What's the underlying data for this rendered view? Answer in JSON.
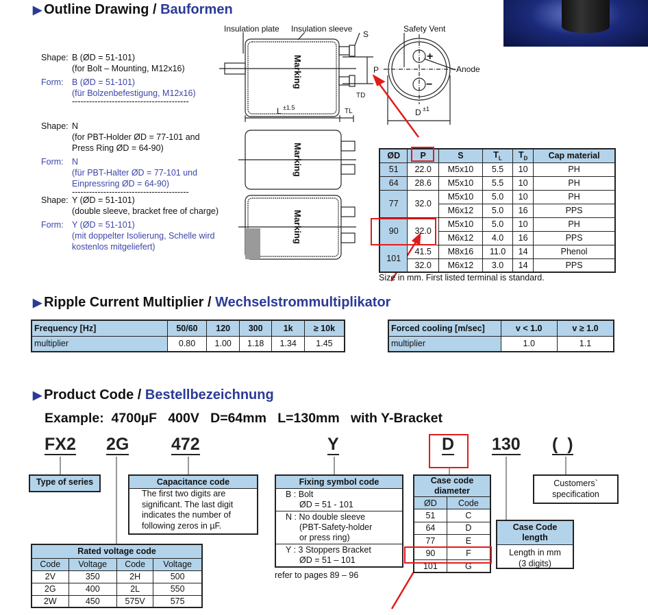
{
  "outline": {
    "title_en": "Outline Drawing /",
    "title_de": "Bauformen",
    "shapes": [
      {
        "label_en": "Shape:",
        "en": [
          "B (ØD = 51-101)",
          "(for Bolt – Mounting, M12x16)"
        ],
        "label_de": "Form:",
        "de": [
          "B (ØD = 51-101)",
          "(für Bolzenbefestigung, M12x16)"
        ]
      },
      {
        "label_en": "Shape:",
        "en": [
          "N",
          "(for PBT-Holder ØD = 77-101 and",
          "Press Ring ØD = 64-90)"
        ],
        "label_de": "Form:",
        "de": [
          "N",
          "(für PBT-Halter ØD = 77-101 und",
          "Einpressring ØD = 64-90)"
        ]
      },
      {
        "label_en": "Shape:",
        "en": [
          "Y  (ØD = 51-101)",
          "(double sleeve, bracket free of charge)"
        ],
        "label_de": "Form:",
        "de": [
          "Y  (ØD = 51-101)",
          "(mit doppelter Isolierung, Schelle wird",
          "kostenlos mitgeliefert)"
        ]
      }
    ],
    "separator": "-----------------------------------------",
    "drawing": {
      "insulation_plate": "Insulation plate",
      "insulation_sleeve": "Insulation sleeve",
      "s": "S",
      "p": "P",
      "td": "TD",
      "tl": "TL",
      "l": "L",
      "l_tol": "±1.5",
      "marking": "Marking",
      "safety_vent": "Safety Vent",
      "anode": "Anode",
      "d": "D",
      "d_tol": "±1"
    }
  },
  "dim_table": {
    "headers": [
      "ØD",
      "P",
      "S",
      "T",
      "T",
      "Cap material"
    ],
    "header_subs": [
      "",
      "",
      "",
      "L",
      "D",
      ""
    ],
    "rows": [
      {
        "d": "51",
        "p": "22.0",
        "terms": [
          [
            "M5x10",
            "5.5",
            "10",
            "PH"
          ]
        ]
      },
      {
        "d": "64",
        "p": "28.6",
        "terms": [
          [
            "M5x10",
            "5.5",
            "10",
            "PH"
          ]
        ]
      },
      {
        "d": "77",
        "p": "32.0",
        "terms": [
          [
            "M5x10",
            "5.0",
            "10",
            "PH"
          ],
          [
            "M6x12",
            "5.0",
            "16",
            "PPS"
          ]
        ]
      },
      {
        "d": "90",
        "p": "32.0",
        "terms": [
          [
            "M5x10",
            "5.0",
            "10",
            "PH"
          ],
          [
            "M6x12",
            "4.0",
            "16",
            "PPS"
          ]
        ]
      },
      {
        "d": "101",
        "p": "41.5",
        "p2": "32.0",
        "terms": [
          [
            "M8x16",
            "11.0",
            "14",
            "Phenol"
          ],
          [
            "M6x12",
            "3.0",
            "14",
            "PPS"
          ]
        ]
      }
    ],
    "note": "Size in mm. First listed terminal is standard."
  },
  "ripple": {
    "title_en": "Ripple Current Multiplier /",
    "title_de": "Wechselstrommultiplikator",
    "freq": {
      "headers": [
        "Frequency [Hz]",
        "50/60",
        "120",
        "300",
        "1k",
        "≥ 10k"
      ],
      "row": [
        "multiplier",
        "0.80",
        "1.00",
        "1.18",
        "1.34",
        "1.45"
      ]
    },
    "cooling": {
      "headers": [
        "Forced cooling [m/sec]",
        "v < 1.0",
        "v ≥ 1.0"
      ],
      "row": [
        "multiplier",
        "1.0",
        "1.1"
      ]
    }
  },
  "product": {
    "title_en": "Product Code /",
    "title_de": "Bestellbezeichnung",
    "example": "Example:  4700µF   400V   D=64mm   L=130mm   with Y-Bracket",
    "codes": [
      "FX2",
      "2G",
      "472",
      "Y",
      "D",
      "130",
      "(  )"
    ],
    "type_series": "Type of series",
    "cap_code": {
      "title": "Capacitance code",
      "text": [
        "The first two digits are",
        "significant. The last digit",
        "indicates the number of",
        "following zeros in µF."
      ]
    },
    "voltage": {
      "title": "Rated voltage code",
      "headers": [
        "Code",
        "Voltage",
        "Code",
        "Voltage"
      ],
      "rows": [
        [
          "2V",
          "350",
          "2H",
          "500"
        ],
        [
          "2G",
          "400",
          "2L",
          "550"
        ],
        [
          "2W",
          "450",
          "575V",
          "575"
        ]
      ]
    },
    "fixing": {
      "title": "Fixing symbol code",
      "items": [
        [
          "B : Bolt",
          "ØD = 51 - 101"
        ],
        [
          "N : No double sleeve",
          "(PBT-Safety-holder",
          "or press ring)"
        ],
        [
          "Y : 3 Stoppers Bracket",
          "ØD = 51 – 101"
        ]
      ],
      "note": "refer to pages 89 – 96"
    },
    "diameter": {
      "title": "Case code diameter",
      "headers": [
        "ØD",
        "Code"
      ],
      "rows": [
        [
          "51",
          "C"
        ],
        [
          "64",
          "D"
        ],
        [
          "77",
          "E"
        ],
        [
          "90",
          "F"
        ],
        [
          "101",
          "G"
        ]
      ]
    },
    "length": {
      "title": "Case Code length",
      "text": [
        "Length in mm",
        "(3 digits)"
      ]
    },
    "customer": [
      "Customers`",
      "specification"
    ]
  },
  "colors": {
    "accent": "#2b3a98",
    "header": "#b3d3ea",
    "highlight": "#e01b1b"
  }
}
